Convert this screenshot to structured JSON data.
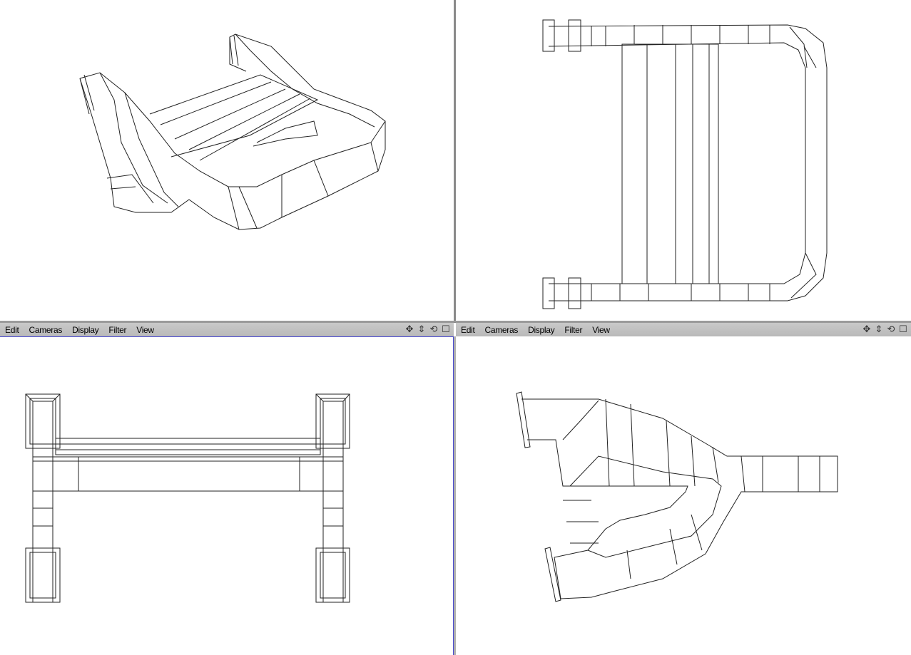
{
  "viewports": [
    {
      "id": "perspective"
    },
    {
      "id": "top"
    },
    {
      "id": "front",
      "menu": [
        "Edit",
        "Cameras",
        "Display",
        "Filter",
        "View"
      ],
      "active": true
    },
    {
      "id": "side",
      "menu": [
        "Edit",
        "Cameras",
        "Display",
        "Filter",
        "View"
      ]
    }
  ],
  "icons": {
    "move": "✥",
    "dolly": "⇕",
    "rotate": "⟲",
    "maximize": "☐"
  },
  "colors": {
    "active_border": "#4a4ad0",
    "menubar": "#c0c0c0"
  }
}
